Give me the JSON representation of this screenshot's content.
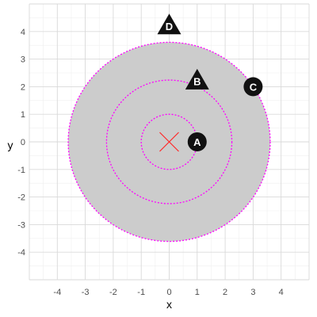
{
  "chart_data": {
    "type": "scatter",
    "title": "",
    "xlabel": "x",
    "ylabel": "y",
    "xlim": [
      -5,
      5
    ],
    "ylim": [
      -5,
      5
    ],
    "xticks": [
      -4,
      -3,
      -2,
      -1,
      0,
      1,
      2,
      3,
      4
    ],
    "yticks": [
      -4,
      -3,
      -2,
      -1,
      0,
      1,
      2,
      3,
      4
    ],
    "grid": true,
    "colors": {
      "panel_background": "#ffffff",
      "grid_major": "#d9d9d9",
      "grid_minor": "#efefef",
      "filled_disc": "#cccccc",
      "circle_outline": "#ff00ff",
      "center_mark": "#ff2a2a",
      "marker_fill": "#111111",
      "marker_text": "#ffffff"
    },
    "center": {
      "x": 0,
      "y": 0,
      "marker": "x"
    },
    "circles": [
      {
        "x": 0,
        "y": 0,
        "r": 1,
        "filled": false,
        "linestyle": "dotted"
      },
      {
        "x": 0,
        "y": 0,
        "r": 2.24,
        "filled": false,
        "linestyle": "dotted"
      },
      {
        "x": 0,
        "y": 0,
        "r": 3.61,
        "filled": true,
        "linestyle": "dotted"
      }
    ],
    "points": [
      {
        "label": "A",
        "x": 1,
        "y": 0,
        "shape": "circle"
      },
      {
        "label": "B",
        "x": 1,
        "y": 2.2,
        "shape": "triangle"
      },
      {
        "label": "C",
        "x": 3,
        "y": 2,
        "shape": "circle"
      },
      {
        "label": "D",
        "x": 0,
        "y": 4.2,
        "shape": "triangle"
      }
    ]
  }
}
